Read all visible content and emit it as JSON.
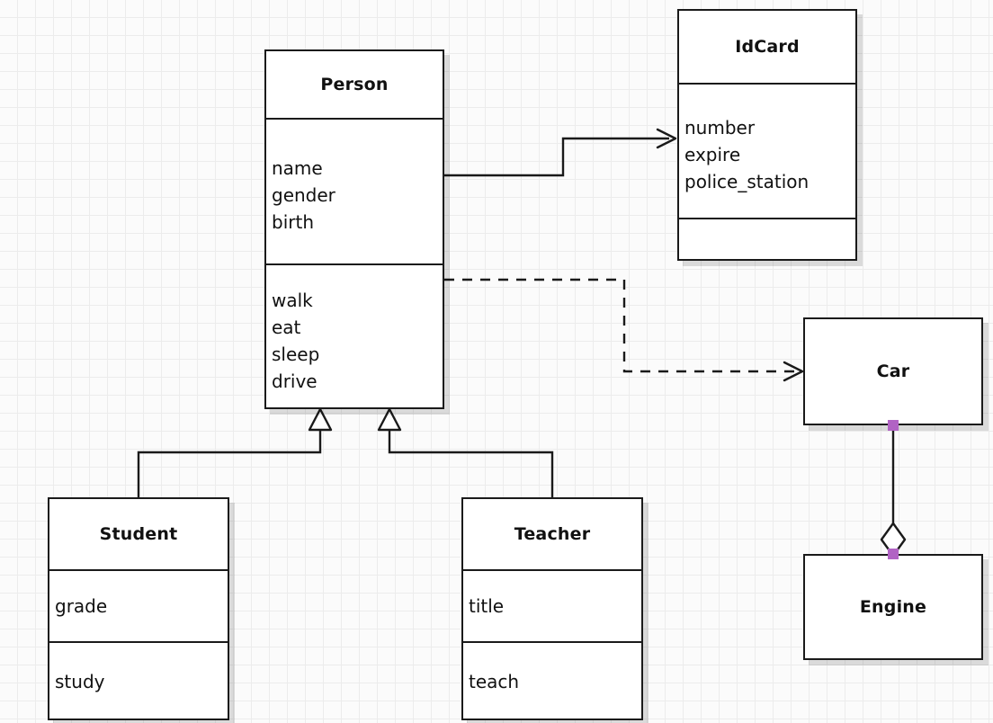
{
  "diagram": {
    "kind": "uml-class-diagram",
    "background_color": "#fbfbfb",
    "grid_color": "#ececec",
    "line_color": "#1a1a1a",
    "selection_handle_color": "#b163c4"
  },
  "classes": {
    "person": {
      "name": "Person",
      "attributes": [
        "name",
        "gender",
        "birth"
      ],
      "operations": [
        "walk",
        "eat",
        "sleep",
        "drive"
      ]
    },
    "idcard": {
      "name": "IdCard",
      "attributes": [
        "number",
        "expire",
        "police_station"
      ],
      "operations": []
    },
    "student": {
      "name": "Student",
      "attributes": [
        "grade"
      ],
      "operations": [
        "study"
      ]
    },
    "teacher": {
      "name": "Teacher",
      "attributes": [
        "title"
      ],
      "operations": [
        "teach"
      ]
    },
    "car": {
      "name": "Car",
      "attributes": [],
      "operations": []
    },
    "engine": {
      "name": "Engine",
      "attributes": [],
      "operations": []
    }
  },
  "relationships": [
    {
      "id": "person-idcard",
      "type": "association",
      "from": "Person",
      "to": "IdCard",
      "style": "solid",
      "head": "open-arrow"
    },
    {
      "id": "person-car",
      "type": "dependency",
      "from": "Person",
      "to": "Car",
      "style": "dashed",
      "head": "open-arrow"
    },
    {
      "id": "student-person",
      "type": "generalization",
      "from": "Student",
      "to": "Person",
      "style": "solid",
      "head": "hollow-triangle"
    },
    {
      "id": "teacher-person",
      "type": "generalization",
      "from": "Teacher",
      "to": "Person",
      "style": "solid",
      "head": "hollow-triangle"
    },
    {
      "id": "car-engine",
      "type": "aggregation",
      "from": "Car",
      "to": "Engine",
      "style": "solid",
      "head": "hollow-diamond",
      "selected": true
    }
  ]
}
